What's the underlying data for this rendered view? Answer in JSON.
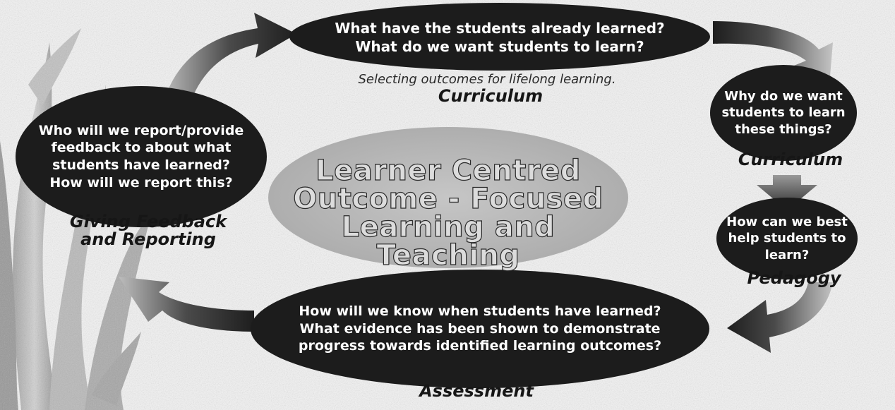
{
  "diagram": {
    "center": {
      "text": "Learner Centred\nOutcome - Focused\nLearning and Teaching"
    },
    "nodes": [
      {
        "id": "curriculum-top",
        "text": "What have the students already learned?\nWhat do we want students to learn?",
        "subtitle": "Selecting outcomes for lifelong learning.",
        "label": "Curriculum"
      },
      {
        "id": "curriculum-right",
        "text": "Why do we want\nstudents to learn\nthese things?",
        "label": "Curriculum"
      },
      {
        "id": "pedagogy",
        "text": "How can we best\nhelp students to\nlearn?",
        "label": "Pedagogy"
      },
      {
        "id": "assessment",
        "text": "How will we know when students have learned?\nWhat evidence has been shown to demonstrate\nprogress towards identified learning outcomes?",
        "label": "Assessment"
      },
      {
        "id": "feedback",
        "text": "Who will we report/provide\nfeedback to about what\nstudents have learned?\nHow will we report this?",
        "label": "Giving Feedback\nand Reporting"
      }
    ],
    "colors": {
      "node_fill": "#1c1c1c",
      "arrow_fill": "#3a3a3a",
      "center_fill": "#b9b9b9",
      "background": "#f4f4f4"
    }
  }
}
